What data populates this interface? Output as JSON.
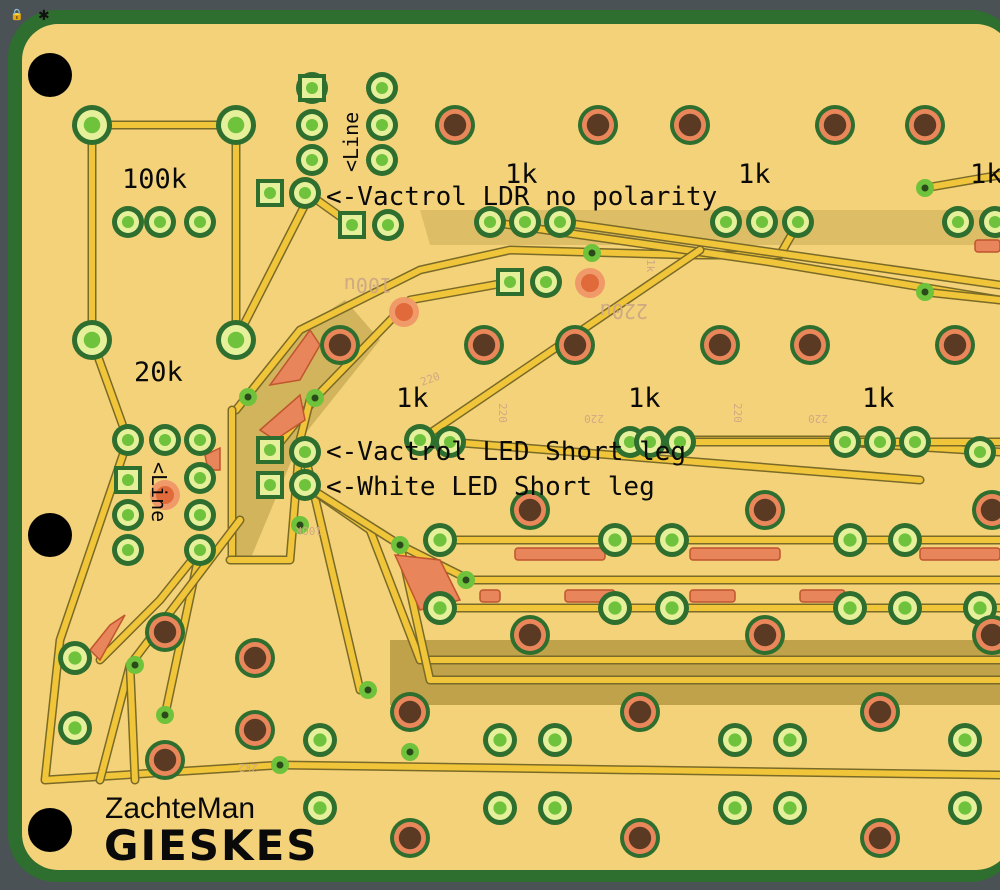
{
  "colors": {
    "background": "#4a5256",
    "board_edge": "#2e6e2e",
    "board_fill": "#f3d27a",
    "copper_trace": "#f0c53a",
    "trace_outline": "#7a6a28",
    "pad_green": "#6fc23b",
    "pad_ring": "#e6ef9a",
    "drill_dark": "#5a3a22",
    "pad_copper": "#e9865a",
    "exposed_copper": "#e8855a",
    "silkscreen": "#0a0a0a",
    "mounting_hole": "#000000"
  },
  "component_labels": {
    "r_100k": "100k",
    "r_20k": "20k",
    "r_1k_a": "1k",
    "r_1k_b": "1k",
    "r_1k_c": "1k",
    "r_1k_d": "1k",
    "r_1k_e": "1k",
    "r_1k_f": "1k"
  },
  "annotations": {
    "line_top": "<Line",
    "line_left": "<Line",
    "vactrol_ldr": "<-Vactrol LDR no polarity",
    "vactrol_led": "<-Vactrol LED Short leg",
    "white_led": "<-White LED Short leg"
  },
  "ghost_labels": {
    "c_100u": "100u",
    "c_220u": "220u",
    "r_100k_mirror": "100k",
    "r_220_a": "220",
    "r_220_b": "220",
    "r_220_c": "220",
    "r_220_d": "220",
    "r_220_e": "220",
    "r_1k_small": "1k",
    "r_2k2": "2k2"
  },
  "branding": {
    "author": "ZachteMan",
    "logo_text": "GIESKES"
  }
}
